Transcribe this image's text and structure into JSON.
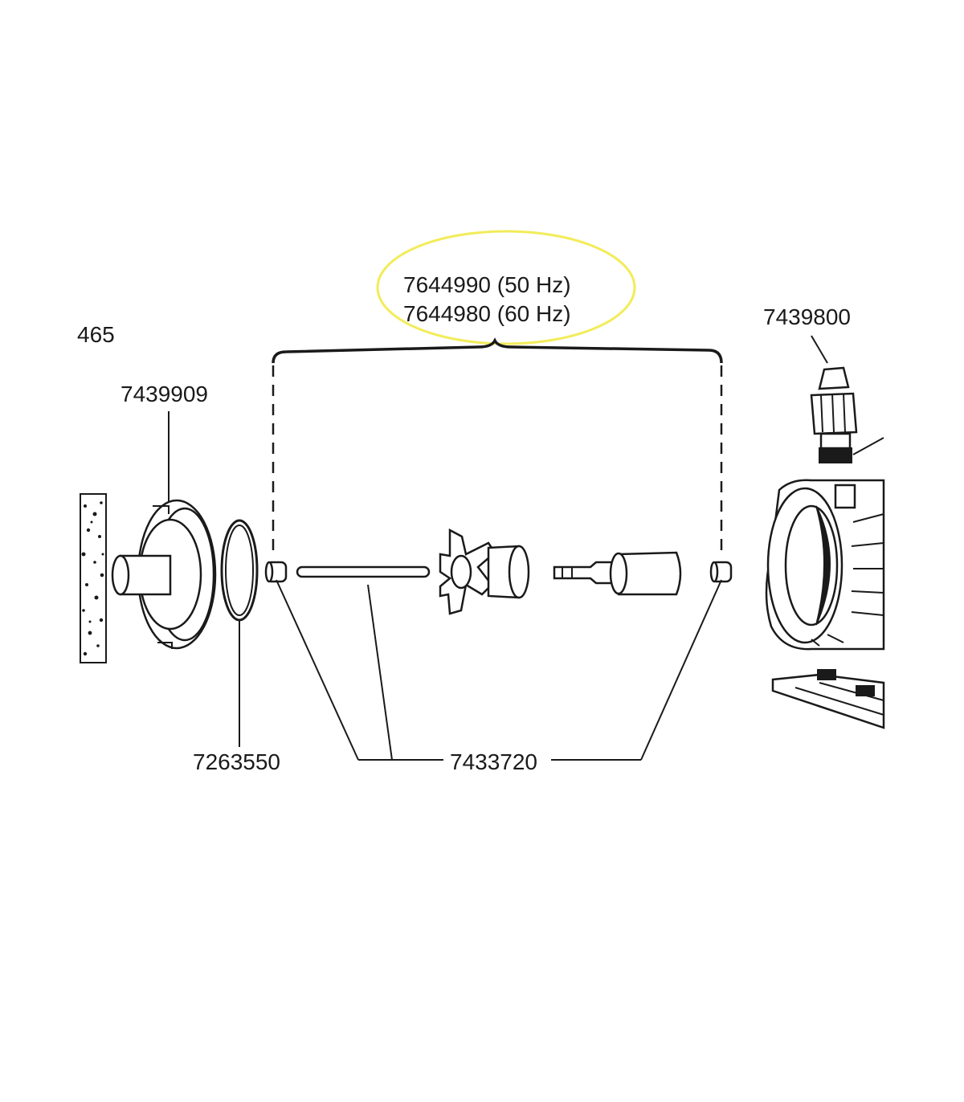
{
  "labels": {
    "partial_left": "465",
    "intake": "7439909",
    "oring": "7263550",
    "kit_50hz": "7644990 (50 Hz)",
    "kit_60hz": "7644980 (60 Hz)",
    "bearings": "7433720",
    "nozzle": "7439800"
  },
  "colors": {
    "highlight": "#f2ec5a",
    "line": "#1a1a1a"
  }
}
